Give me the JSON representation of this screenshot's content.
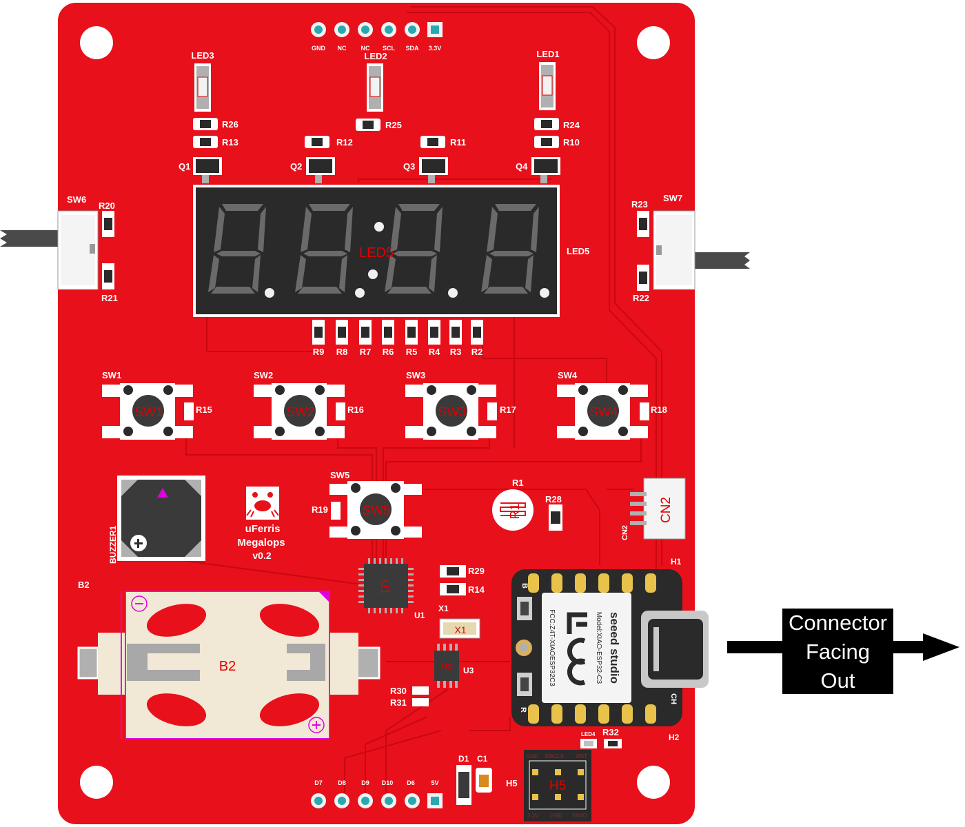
{
  "board": {
    "name": "uFerris",
    "model": "Megalops",
    "version": "v0.2"
  },
  "header_top": {
    "pins": [
      "GND",
      "NC",
      "NC",
      "SCL",
      "SDA",
      "3.3V"
    ]
  },
  "header_bottom": {
    "pins": [
      "D7",
      "D8",
      "D9",
      "D10",
      "D6",
      "5V"
    ]
  },
  "leds": {
    "led1": "LED1",
    "led2": "LED2",
    "led3": "LED3",
    "led4": "LED4",
    "led5": "LED5",
    "led5_center": "LED5"
  },
  "resistors": {
    "r26": "R26",
    "r13": "R13",
    "r25": "R25",
    "r12": "R12",
    "r11": "R11",
    "r24": "R24",
    "r10": "R10",
    "r20": "R20",
    "r21": "R21",
    "r23": "R23",
    "r22": "R22",
    "r_row": [
      "R9",
      "R8",
      "R7",
      "R6",
      "R5",
      "R4",
      "R3",
      "R2"
    ],
    "r15": "R15",
    "r16": "R16",
    "r17": "R17",
    "r18": "R18",
    "r19": "R19",
    "r28": "R28",
    "r29": "R29",
    "r14": "R14",
    "r30": "R30",
    "r31": "R31",
    "r32": "R32"
  },
  "transistors": [
    "Q1",
    "Q2",
    "Q3",
    "Q4"
  ],
  "switches": {
    "sw1": "SW1",
    "sw2": "SW2",
    "sw3": "SW3",
    "sw4": "SW4",
    "sw5": "SW5",
    "sw6": "SW6",
    "sw7": "SW7"
  },
  "parts": {
    "buzzer": "BUZZER1",
    "r1": "R1",
    "cn2": "CN2",
    "h1": "H1",
    "h2": "H2",
    "h5": "H5",
    "b2": "B2",
    "u1": "U1",
    "u3": "U3",
    "x1": "X1",
    "d1": "D1",
    "c1": "C1"
  },
  "swd_header": {
    "top": [
      "GND",
      "SWCLK",
      "RST"
    ],
    "bottom": [
      "3.3V",
      "GND",
      "SWIO"
    ]
  },
  "module": {
    "brand": "seeed studio",
    "model": "Model:XIAO-ESP32-C3",
    "fcc": "FCC:Z4T-XIAOESP32C3",
    "btn_b": "B",
    "btn_r": "R",
    "ch": "CH"
  },
  "annotation": {
    "lines": [
      "Connector",
      "Facing",
      "Out"
    ]
  },
  "colors": {
    "pcb": "#e8101a",
    "silk": "#ffffff",
    "pad": "#b8b8b8",
    "annotation_bg": "#000000"
  }
}
